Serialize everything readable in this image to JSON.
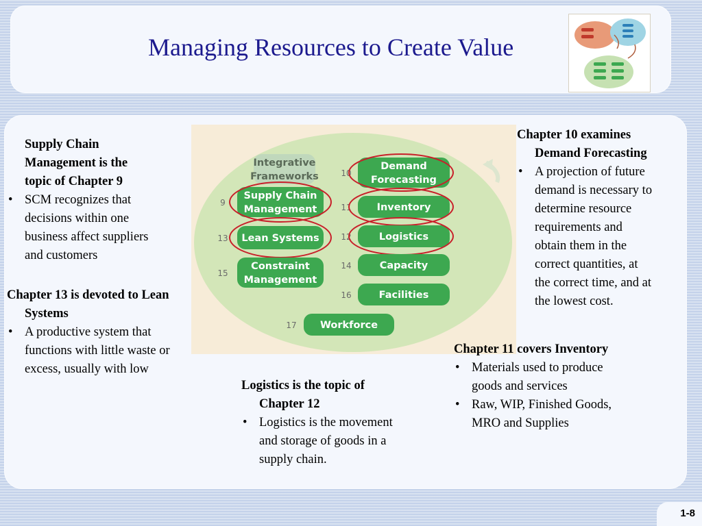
{
  "slide": {
    "title": "Managing Resources to Create Value",
    "page_number": "1-8"
  },
  "diagram": {
    "top_label": [
      "Integrative",
      "Frameworks"
    ],
    "left_items": [
      {
        "number": "9",
        "lines": [
          "Supply Chain",
          "Management"
        ],
        "circled": true
      },
      {
        "number": "13",
        "lines": [
          "Lean Systems"
        ],
        "circled": true
      },
      {
        "number": "15",
        "lines": [
          "Constraint",
          "Management"
        ],
        "circled": false
      }
    ],
    "right_items": [
      {
        "number": "10",
        "lines": [
          "Demand",
          "Forecasting"
        ],
        "circled": true
      },
      {
        "number": "11",
        "lines": [
          "Inventory"
        ],
        "circled": true
      },
      {
        "number": "12",
        "lines": [
          "Logistics"
        ],
        "circled": true
      },
      {
        "number": "14",
        "lines": [
          "Capacity"
        ],
        "circled": false
      },
      {
        "number": "16",
        "lines": [
          "Facilities"
        ],
        "circled": false
      }
    ],
    "bottom_item": {
      "number": "17",
      "lines": [
        "Workforce"
      ],
      "circled": false
    },
    "colors": {
      "background": "#f7ecd8",
      "ellipse": "#d3e6b8",
      "pill": "#3da850",
      "pill_light": "#c0d8bc",
      "circle": "#c8202a",
      "number": "#6a6a6a"
    }
  },
  "blocks": {
    "scm": {
      "heading": [
        "Supply Chain",
        "Management is the",
        "topic of Chapter 9"
      ],
      "bullets": [
        "SCM recognizes that",
        "decisions within one",
        "business affect suppliers",
        "and customers"
      ]
    },
    "lean": {
      "heading_first": "Chapter 13 is devoted to Lean",
      "heading_rest": "Systems",
      "bullets": [
        "A productive system that",
        "functions with little waste or",
        "excess, usually with low"
      ]
    },
    "logistics": {
      "heading_first": "Logistics is the topic of",
      "heading_rest": "Chapter 12",
      "bullets": [
        "Logistics is the movement",
        "and storage of goods in a",
        "supply chain."
      ]
    },
    "forecasting": {
      "heading_first": "Chapter 10 examines",
      "heading_rest": "Demand Forecasting",
      "bullets": [
        "A projection of future",
        "demand is necessary to",
        "determine resource",
        "requirements and",
        "obtain them in the",
        "correct quantities, at",
        "the correct time, and at",
        "the lowest cost."
      ]
    },
    "inventory": {
      "heading": "Chapter 11 covers Inventory",
      "bullet1": [
        "Materials used to produce",
        "goods and services"
      ],
      "bullet2": [
        "Raw, WIP, Finished Goods,",
        "MRO and Supplies"
      ]
    }
  },
  "bullet_glyph": "•",
  "colors": {
    "title": "#1c1a8e",
    "panel": "#f4f7fd",
    "background": "#c4d2ea"
  }
}
